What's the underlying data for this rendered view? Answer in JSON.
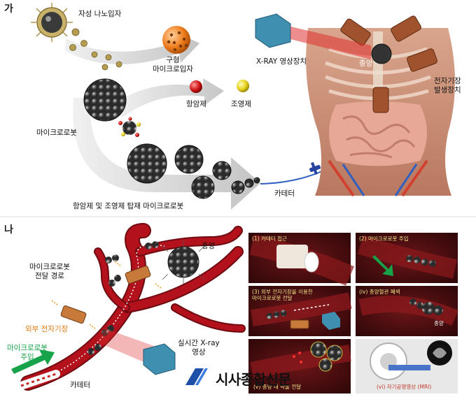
{
  "section_a": {
    "marker": "가",
    "magnetic_nanoparticle": "자성 나노입자",
    "porous_microparticle": "구형\n마이크로입자",
    "anticancer_drug": "항암제",
    "contrast_agent": "조영제",
    "microrobot": "마이크로로봇",
    "loaded_microrobot": "항암제 및 조영제 탑재 마이크로로봇",
    "xray_device": "X-RAY 영상장치",
    "tumor": "종양",
    "em_field_device": "전자기장\n발생장치",
    "catheter": "카테터"
  },
  "section_b": {
    "marker": "나",
    "delivery_path": "마이크로로봇\n전달 경로",
    "tumor": "종양",
    "external_field": "외부 전자기장",
    "injection": "마이크로로봇\n주입",
    "catheter": "카테터",
    "xray": "실시간 X-ray\n영상",
    "panels": [
      "(1) 카테터 접근",
      "(2) 마이크로로봇 주입",
      "(3) 외부 전자기장을 이용한\n마이크로로봇 전달",
      "(iv) 종양혈관 폐색",
      "(v) 종양 내 약물 전달",
      "(vi) 자기공명영상 (MRI)"
    ],
    "panel4_tumor": "종양"
  },
  "watermark": "시사종합신문",
  "colors": {
    "vessel": "#b3121c",
    "vessel_dark": "#6e0a10",
    "robot": "#555555",
    "arrow_gray": "#c9c9c9",
    "green": "#17a34a",
    "orange": "#e07b14",
    "xray_box": "#3f8fb0",
    "panel_bg": "#3a0a0c"
  }
}
